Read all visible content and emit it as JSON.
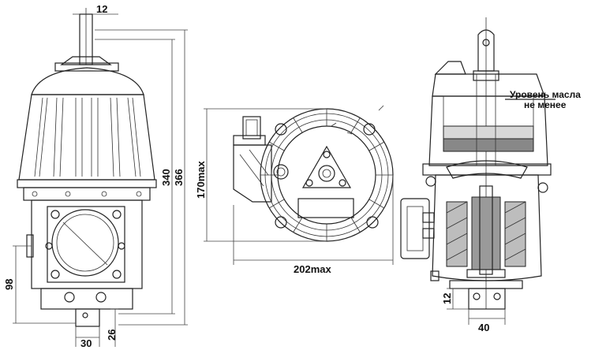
{
  "dimensions": {
    "shaft_width": "12",
    "height_340": "340",
    "height_366": "366",
    "height_98": "98",
    "base_30": "30",
    "base_26": "26",
    "width_170": "170max",
    "width_202": "202max",
    "right_12": "12",
    "right_40": "40"
  },
  "notes": {
    "oil_level_line1": "Уровень  масла",
    "oil_level_line2": "не  менее"
  }
}
